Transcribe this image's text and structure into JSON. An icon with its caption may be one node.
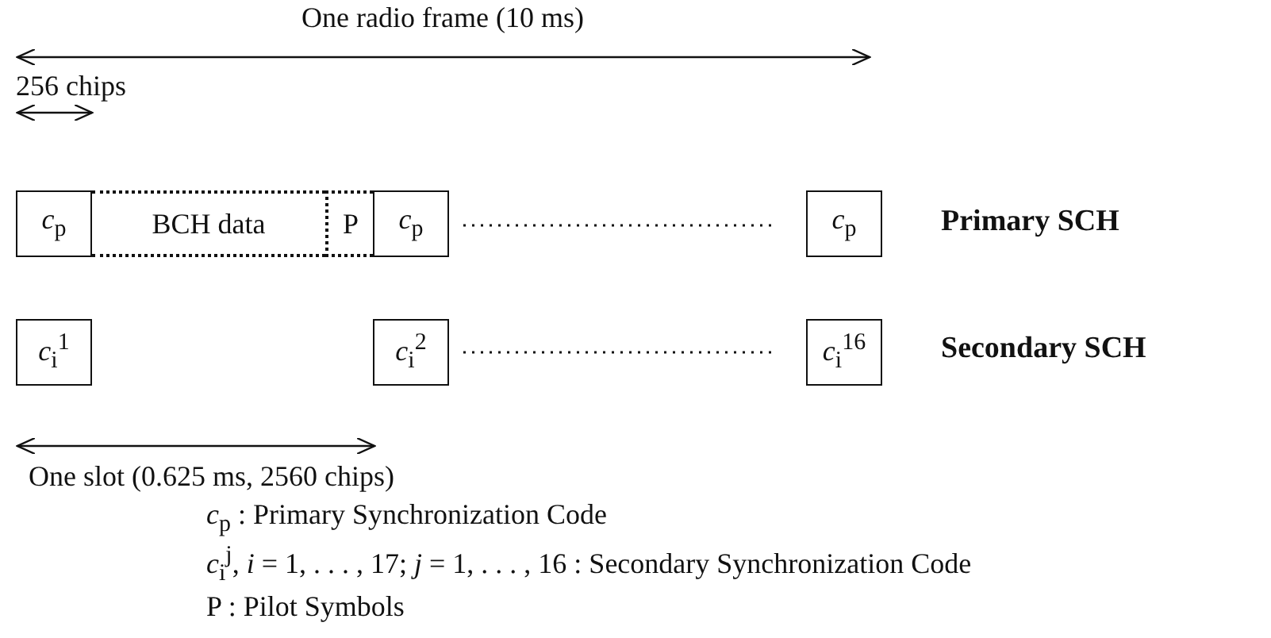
{
  "diagram": {
    "nodes": [
      {
        "text": [
          "*c*$_{p}$"
        ]
      },
      {
        "text": [
          "BCH data"
        ]
      },
      {
        "text": [
          "P"
        ]
      },
      {
        "text": [
          "*c*$_{p}$"
        ]
      },
      {
        "text": [
          "*c*$_{p}$"
        ]
      },
      {
        "text": [
          "*c*$_{i}$$^{1}$"
        ]
      },
      {
        "text": [
          "*c*$_{i}$$^{2}$"
        ]
      },
      {
        "text": [
          "*c*$_{i}$$^{16}$"
        ]
      }
    ],
    "edges": [],
    "labels": [
      "One radio frame (10 ms)",
      "256 chips",
      "Primary SCH",
      "Secondary SCH",
      "One slot (0.625 ms, 2560 chips)",
      "*c*$_{p}$ : Primary Synchronization Code",
      "*c*$_{i}$$^{j}$, *i* = 1, . . . , 17; *j* = 1, . . . , 16 : Secondary Synchronization Code",
      "P : Pilot Symbols"
    ]
  }
}
